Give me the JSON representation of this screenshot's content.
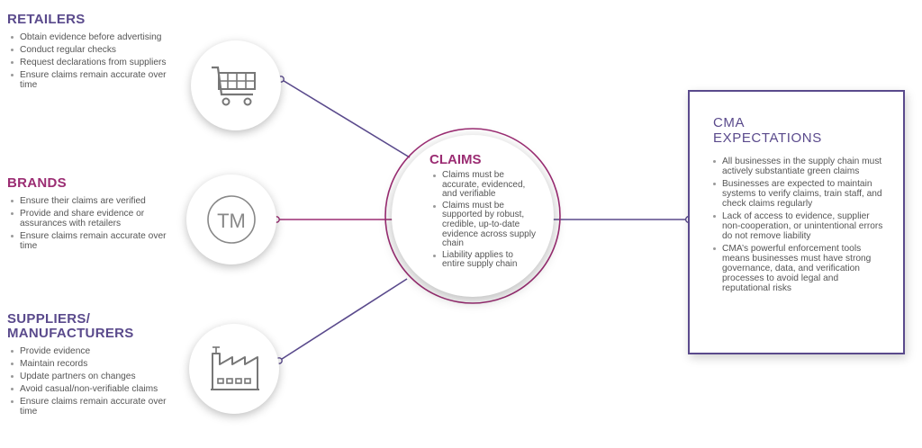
{
  "colors": {
    "purple": "#5a4a8c",
    "magenta": "#9b2d73"
  },
  "retailers": {
    "title": "RETAILERS",
    "icon": "shopping-cart-icon",
    "items": [
      "Obtain evidence before advertising",
      "Conduct regular checks",
      "Request declarations from suppliers",
      "Ensure claims remain accurate over time"
    ]
  },
  "brands": {
    "title": "BRANDS",
    "icon_label": "TM",
    "items": [
      "Ensure their claims are verified",
      "Provide and share evidence or assurances with retailers",
      "Ensure claims remain accurate over time"
    ]
  },
  "suppliers": {
    "title_line1": "SUPPLIERS/",
    "title_line2": "MANUFACTURERS",
    "icon": "factory-icon",
    "items": [
      "Provide evidence",
      "Maintain records",
      "Update partners on changes",
      "Avoid casual/non-verifiable claims",
      "Ensure claims remain accurate over time"
    ]
  },
  "claims": {
    "title": "CLAIMS",
    "items": [
      "Claims must be accurate, evidenced, and verifiable",
      "Claims must be supported by robust, credible, up-to-date evidence across supply chain",
      "Liability applies to entire supply chain"
    ]
  },
  "cma": {
    "title_line1": "CMA",
    "title_line2": "EXPECTATIONS",
    "items": [
      "All businesses in the supply chain must actively substantiate green claims",
      "Businesses are expected to maintain systems to verify claims, train staff, and check claims regularly",
      "Lack of access to evidence, supplier non-cooperation, or unintentional errors do not remove liability",
      "CMA’s powerful enforcement tools means businesses must have strong governance, data, and verification processes to avoid legal and reputational risks"
    ]
  }
}
